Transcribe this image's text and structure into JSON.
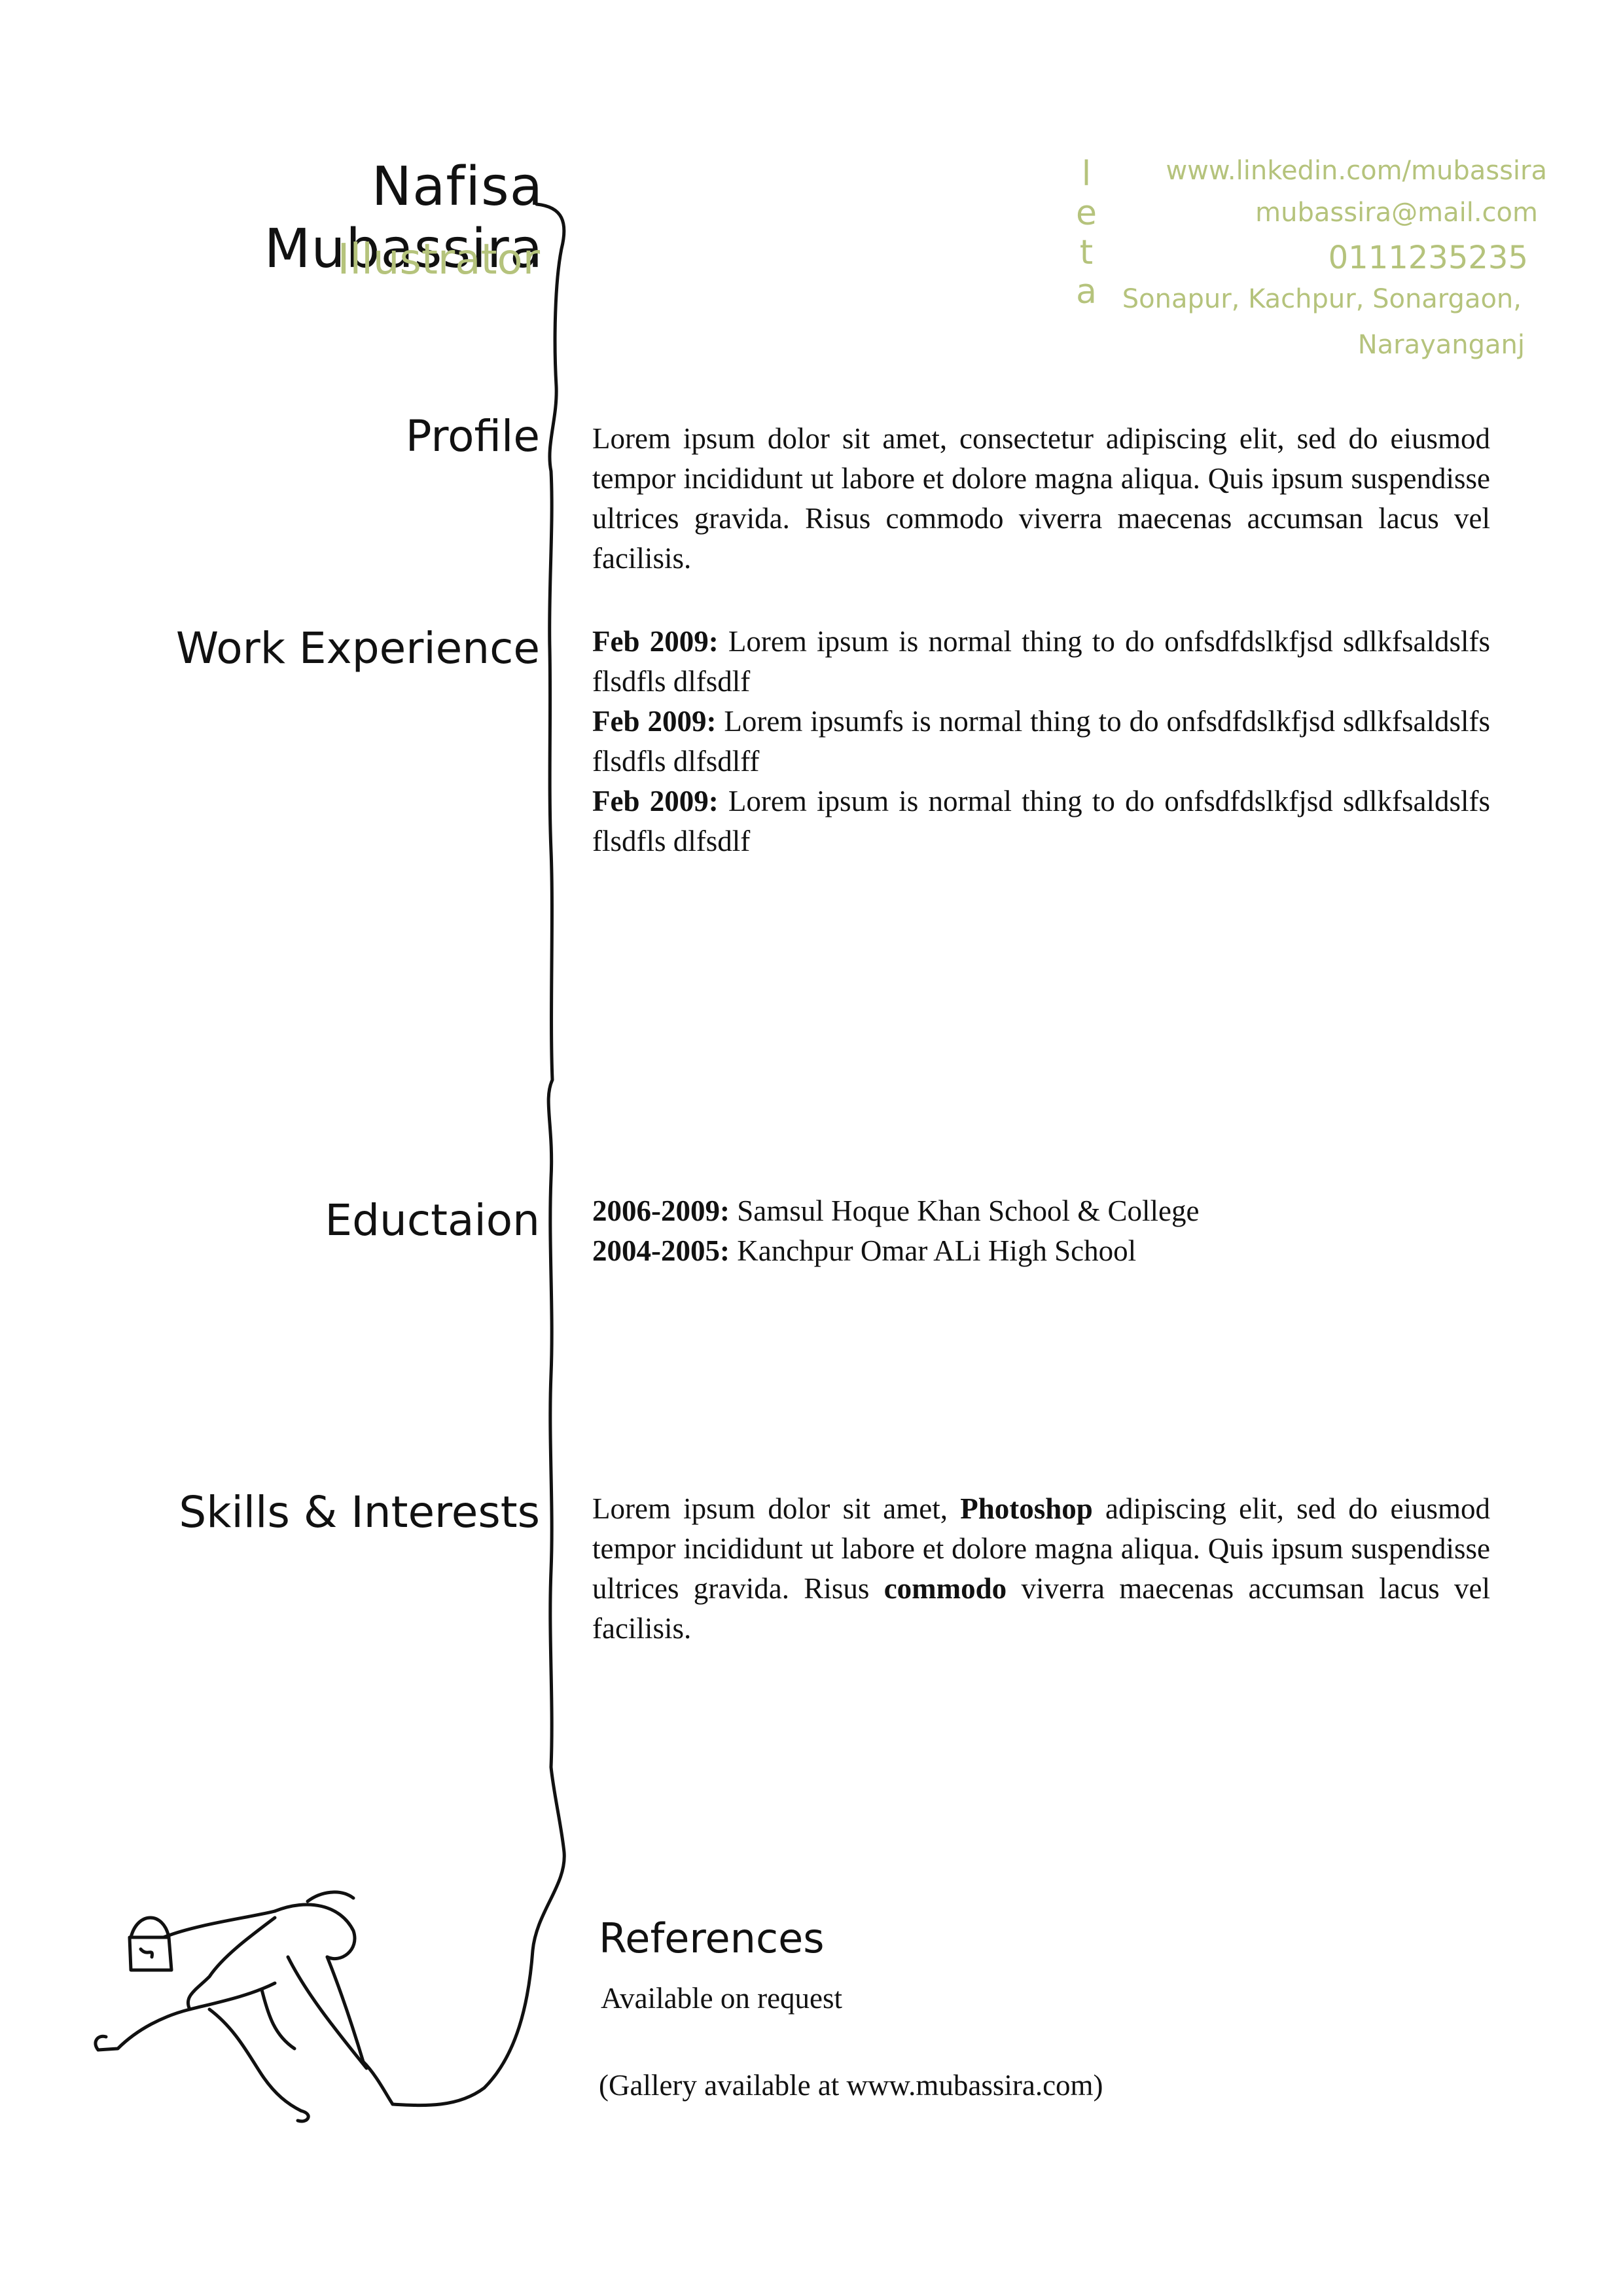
{
  "header": {
    "name": "Nafisa Mubassira",
    "role": "Illustrator"
  },
  "contact": {
    "labels": [
      "l",
      "e",
      "t",
      "a"
    ],
    "website": "www.linkedin.com/mubassira",
    "email": "mubassira@mail.com",
    "phone": "0111235235",
    "address_line1": "Sonapur, Kachpur, Sonargaon,",
    "address_line2": "Narayanganj"
  },
  "sections": {
    "profile": {
      "title": "Profile",
      "text": "Lorem ipsum dolor sit amet, consectetur adipiscing elit, sed do eiusmod tempor incididunt ut labore et dolore magna aliqua. Quis ipsum suspendisse ultrices gravida. Risus commodo viverra maecenas accumsan lacus vel facilisis."
    },
    "work": {
      "title": "Work Experience",
      "entries": [
        {
          "date": "Feb 2009:",
          "text": " Lorem ipsum is normal thing to do onfsdfdslkfjsd sdlkfsaldslfs flsdfls dlfsdlf"
        },
        {
          "date": "Feb 2009:",
          "text": " Lorem ipsumfs is normal thing to do onfsdfdslkfjsd sdlkfsaldslfs flsdfls dlfsdlff"
        },
        {
          "date": "Feb 2009:",
          "text": " Lorem ipsum is normal thing to do onfsdfdslkfjsd sdlkfsaldslfs flsdfls dlfsdlf"
        }
      ]
    },
    "education": {
      "title": "Eductaion",
      "entries": [
        {
          "date": "2006-2009:",
          "text": " Samsul Hoque Khan School & College"
        },
        {
          "date": "2004-2005:",
          "text": " Kanchpur Omar ALi High School"
        }
      ]
    },
    "skills": {
      "title": "Skills & Interests",
      "text_a": "Lorem ipsum dolor sit amet, ",
      "bold_a": "Photoshop",
      "text_b": " adipiscing elit, sed do eiusmod tempor incididunt ut labore et dolore magna aliqua. Quis ipsum suspendisse ultrices gravida. Risus ",
      "bold_b": "commodo",
      "text_c": " viverra maecenas accumsan lacus vel facilisis."
    },
    "references": {
      "title": "References",
      "text": "Available on request",
      "gallery": "(Gallery available at www.mubassira.com)"
    }
  },
  "colors": {
    "accent": "#b5c37c",
    "ink": "#111111"
  },
  "illustration": {
    "icon": "girl-with-bucket-icon"
  }
}
